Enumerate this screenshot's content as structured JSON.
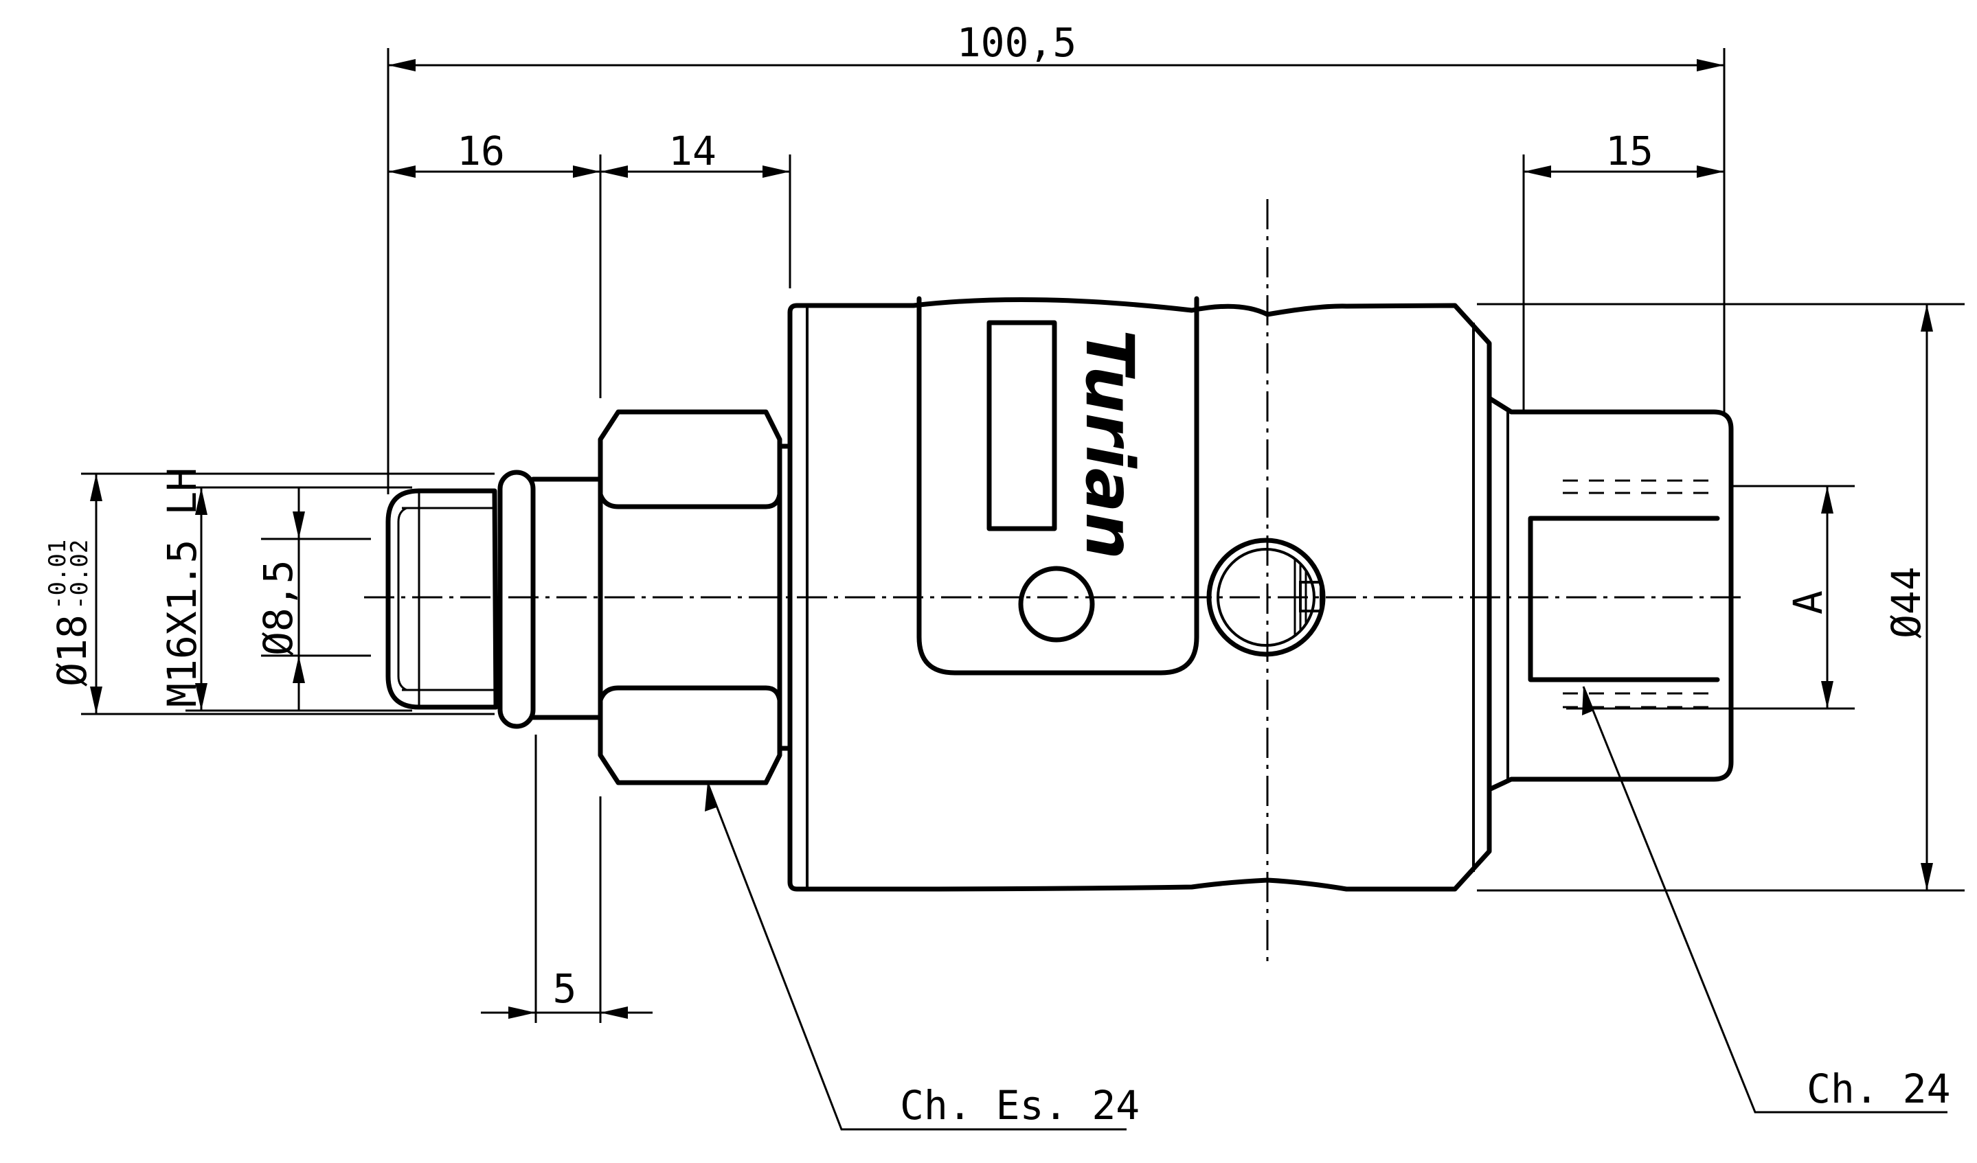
{
  "dimensions": {
    "overall_length": "100,5",
    "left_section": "16",
    "hex_section": "14",
    "right_section": "15",
    "groove_width": "5",
    "inner_diameter": "Ø8,5",
    "thread": "M16X1.5 LH",
    "outer_diameter_main": "Ø18",
    "tolerance_upper": "-0.01",
    "tolerance_lower": "-0.02",
    "body_diameter": "Ø44",
    "flat_label": "A"
  },
  "labels": {
    "brand": "Turian",
    "hex_callout": "Ch. Es. 24",
    "flat_callout": "Ch. 24"
  },
  "colors": {
    "line": "#000000",
    "background": "#ffffff"
  }
}
